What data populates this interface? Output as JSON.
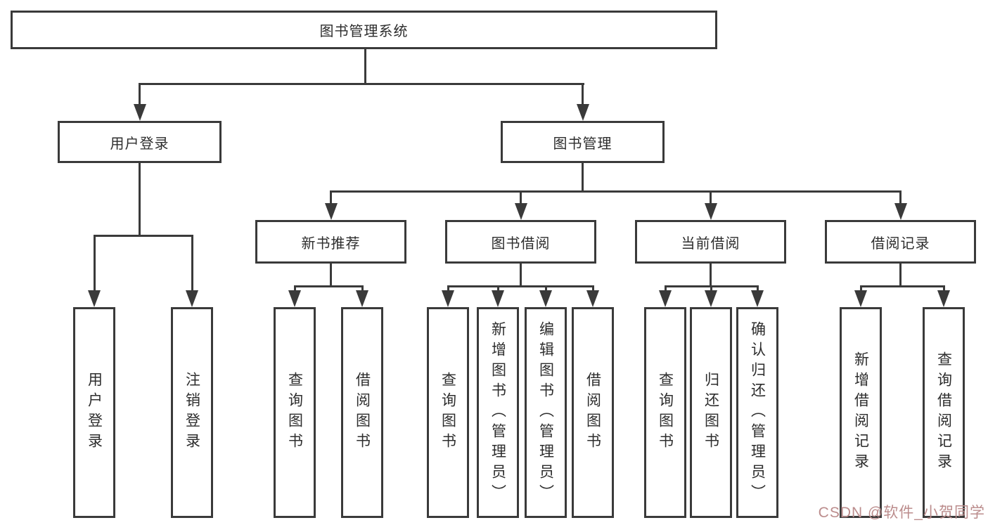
{
  "diagram": {
    "root": {
      "label": "图书管理系统"
    },
    "level2": [
      {
        "label": "用户登录"
      },
      {
        "label": "图书管理"
      }
    ],
    "level3": [
      {
        "label": "新书推荐"
      },
      {
        "label": "图书借阅"
      },
      {
        "label": "当前借阅"
      },
      {
        "label": "借阅记录"
      }
    ],
    "leaves": {
      "login": [
        {
          "label": "用户登录"
        },
        {
          "label": "注销登录"
        }
      ],
      "recommend": [
        {
          "label": "查询图书"
        },
        {
          "label": "借阅图书"
        }
      ],
      "borrow": [
        {
          "label": "查询图书"
        },
        {
          "label": "新增图书（管理员）"
        },
        {
          "label": "编辑图书（管理员）"
        },
        {
          "label": "借阅图书"
        }
      ],
      "current": [
        {
          "label": "查询图书"
        },
        {
          "label": "归还图书"
        },
        {
          "label": "确认归还（管理员）"
        }
      ],
      "records": [
        {
          "label": "新增借阅记录"
        },
        {
          "label": "查询借阅记录"
        }
      ]
    },
    "colors": {
      "line": "#3a3a3a",
      "box_background": "#ffffff",
      "text": "#2d2d2d",
      "watermark": "#bb8c8c"
    }
  },
  "watermark": {
    "text": "CSDN @软件_小贺同学"
  }
}
